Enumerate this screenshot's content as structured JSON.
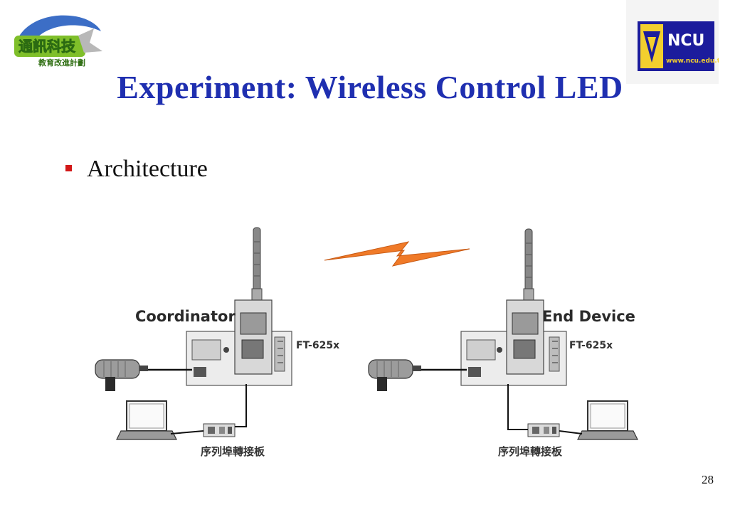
{
  "slide": {
    "title": "Experiment: Wireless Control LED",
    "bullet": "Architecture",
    "page_number": "28"
  },
  "logos": {
    "left_text_line1": "通訊科技",
    "left_text_line2": "教育改進計劃",
    "right_text": "NCU",
    "right_url": "www.ncu.edu.tw"
  },
  "diagram": {
    "left_role": "Coordinator",
    "right_role": "End Device",
    "board_model": "FT-625x",
    "adapter_label": "序列埠轉接板"
  },
  "colors": {
    "title": "#1f2fb0",
    "bullet": "#d21818",
    "lightning": "#f07a28"
  }
}
